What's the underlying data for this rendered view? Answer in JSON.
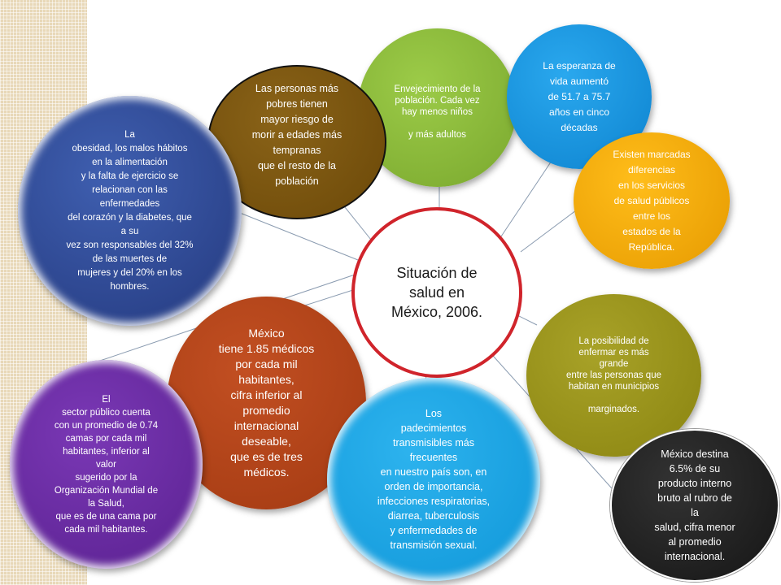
{
  "center": {
    "text": "Situación de\nsalud en\nMéxico, 2006."
  },
  "bubbles": {
    "envejecimiento": "Envejecimiento de la\npoblación. Cada vez\nhay menos niños\n\ny más adultos",
    "esperanza": "La esperanza de\nvida aumentó\nde 51.7 a 75.7\naños en cinco\ndécadas",
    "pobres": "Las personas más\npobres tienen\nmayor riesgo de\nmorir a edades más\ntempranas\nque el resto de la\npoblación",
    "diferencias": "Existen marcadas\ndiferencias\nen los servicios\nde salud públicos\nentre los\nestados de la\nRepública.",
    "obesidad": "La\nobesidad, los malos hábitos\nen la alimentación\ny la falta de ejercicio se\nrelacionan con las\nenfermedades\ndel corazón y la diabetes, que\na su\nvez son responsables del 32%\nde las muertes de\nmujeres y del 20% en los\nhombres.",
    "enfermar": "La posibilidad de\nenfermar es más\ngrande\nentre las personas que\nhabitan en municipios\n\nmarginados.",
    "medicos": "México\ntiene 1.85 médicos\npor cada mil\nhabitantes,\ncifra inferior al\npromedio\ninternacional\ndeseable,\nque es de tres\nmédicos.",
    "sector": "El\nsector público cuenta\ncon un promedio de 0.74\ncamas por cada mil\nhabitantes, inferior al\nvalor\nsugerido por la\nOrganización Mundial de\nla Salud,\nque es de una cama por\ncada mil habitantes.",
    "padecimientos": "Los\npadecimientos\ntransmisibles más\nfrecuentes\nen nuestro país son, en\norden de importancia,\ninfecciones respiratorias,\ndiarrea, tuberculosis\ny enfermedades de\ntransmisión sexual.",
    "pib": "México destina\n6.5% de su\nproducto interno\nbruto al rubro de\nla\nsalud, cifra menor\nal promedio\ninternacional."
  },
  "colors": {
    "center_border": "#d0242b",
    "green": "#8ab83a",
    "blue_light": "#1597e0",
    "brown": "#7a5310",
    "orange": "#f2a900",
    "navy": "#2e4a9a",
    "olive": "#9a9418",
    "rust": "#b5441a",
    "purple": "#6a2ea2",
    "cyan": "#1aa7e6",
    "black": "#222222"
  }
}
